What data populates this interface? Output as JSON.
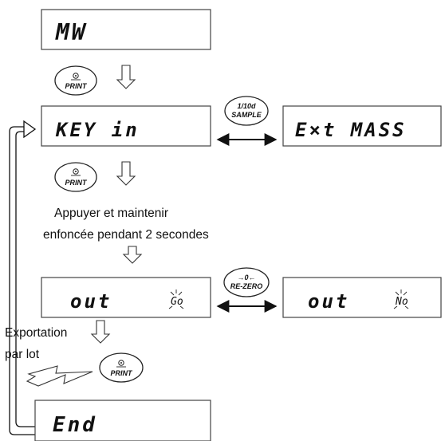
{
  "displays": {
    "mw": "MW",
    "key_in": "KEY in",
    "ext_mass": "E×t MASS",
    "out_go_main": "out",
    "out_go_sub": "Go",
    "out_no_main": "out",
    "out_no_sub": "No",
    "end": "End"
  },
  "keys": {
    "print": "PRINT",
    "sample_line1": "1/10d",
    "sample_line2": "SAMPLE",
    "rezero_line1": "→0←",
    "rezero_line2": "RE-ZERO"
  },
  "instruction": {
    "line1": "Appuyer et maintenir",
    "line2": "enfoncée pendant 2 secondes"
  },
  "batch_export": {
    "line1": "Exportation",
    "line2": "par lot"
  }
}
